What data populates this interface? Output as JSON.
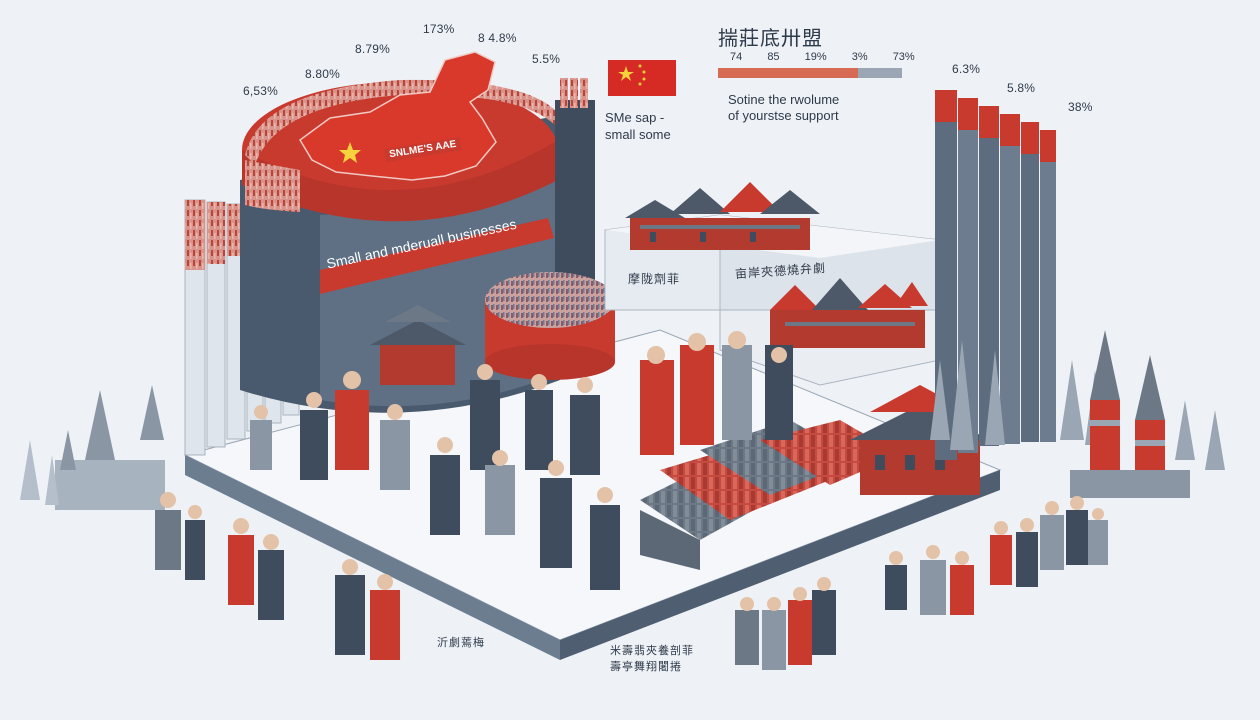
{
  "labels": {
    "map_percent_1": "6,53%",
    "map_percent_2": "8.80%",
    "map_percent_3": "8.79%",
    "map_percent_4": "173%",
    "map_percent_5": "8 4.8%",
    "map_percent_6": "5.5%",
    "map_banner": "SNLME'S AAE",
    "cylinder_banner": "Small and mderuall businesses",
    "sme_note_line1": "SMe sap -",
    "sme_note_line2": "small some",
    "top_title_cn": "揣莊底卅盟",
    "top_scale": [
      "74",
      "85",
      "19%",
      "3%",
      "73%"
    ],
    "top_caption_line1": "Sotine the rwolume",
    "top_caption_line2": "of yourstse support",
    "right_percent_1": "6.3%",
    "right_percent_2": "5.8%",
    "right_percent_3": "38%",
    "box_label_cn_1": "摩陇劑菲",
    "box_label_cn_2": "亩岸夾德燒弁劇",
    "bottom_cn_1": "沂劇蔫梅",
    "bottom_cn_2_line1": "米壽翡夾養剖菲",
    "bottom_cn_2_line2": "壽亭舞翔闍捲"
  },
  "colors": {
    "red": "#c8392e",
    "slate": "#5a6b7e",
    "background": "#eef2f6"
  },
  "icons": {
    "flag": "china-flag-icon",
    "star": "star-icon"
  }
}
